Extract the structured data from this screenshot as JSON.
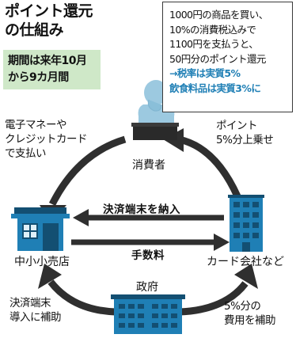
{
  "title": {
    "line1": "ポイント還元",
    "line2": "の仕組み"
  },
  "period_box": {
    "line1": "期間は来年10月",
    "line2": "から9カ月間"
  },
  "info_box": {
    "line1": "1000円の商品を買い、",
    "line2": "10%の消費税込みで",
    "line3": "1100円を支払うと、",
    "line4": "50円分のポイント還元",
    "note1": "→税率は実質5%",
    "note2": "飲食料品は実質3%に"
  },
  "nodes": {
    "consumer": "消費者",
    "retailer": "中小小売店",
    "card_company": "カード会社など",
    "government": "政府"
  },
  "flows": {
    "terminal_payment": "決済端末を納入",
    "fee": "手数料"
  },
  "arrow_labels": {
    "payment_method": [
      "電子マネーや",
      "クレジットカード",
      "で支払い"
    ],
    "point_added": [
      "ポイント",
      "5%分上乗せ"
    ],
    "terminal_subsidy": [
      "決済端末",
      "導入に補助"
    ],
    "cost_subsidy": [
      "5%分の",
      "費用を補助"
    ]
  },
  "colors": {
    "dark_arrow": "#2f2f2f",
    "building_blue": "#1f7fb5",
    "building_dark": "#134f72",
    "person_blue": "#9cc9e0",
    "period_bg": "#cfe8c8",
    "note_text": "#1f7fb5"
  }
}
